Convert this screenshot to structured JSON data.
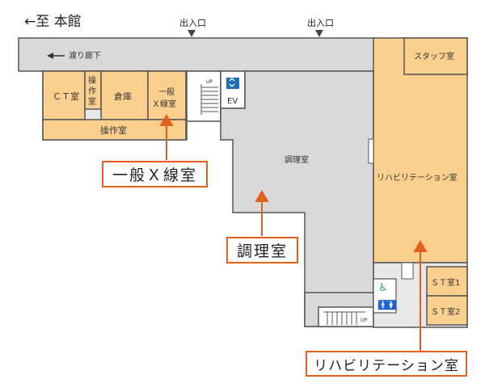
{
  "header": {
    "direction_label": "←至 本館"
  },
  "corridor": {
    "label": "渡り廊下",
    "entrances": [
      "出入口",
      "出入口"
    ]
  },
  "rooms": {
    "ct": "ＣＴ室",
    "control_small": "操作室",
    "storage": "倉庫",
    "general_xray": "一般Ｘ線室",
    "control": "操作室",
    "stairs_up": "UP",
    "ev": "EV",
    "kitchen": "調理室",
    "rehab": "リハビリテーション室",
    "staff": "スタッフ室",
    "st1": "ＳＴ室1",
    "st2": "ＳＴ室2",
    "stairs_up2": "UP"
  },
  "callouts": {
    "general_xray": "一般Ｘ線室",
    "kitchen": "調理室",
    "rehab": "リハビリテーション室"
  },
  "colors": {
    "wall": "#555555",
    "room_gray": "#d9d9d9",
    "room_orange": "#fbd08f",
    "accent": "#e2611c",
    "ev_icon": "#1e6fb7",
    "toilet_icon": "#2a9a8a"
  },
  "icons": [
    "arrow-left-icon",
    "entrance-triangle-icon",
    "elevator-icon",
    "wheelchair-icon",
    "restroom-icon"
  ]
}
